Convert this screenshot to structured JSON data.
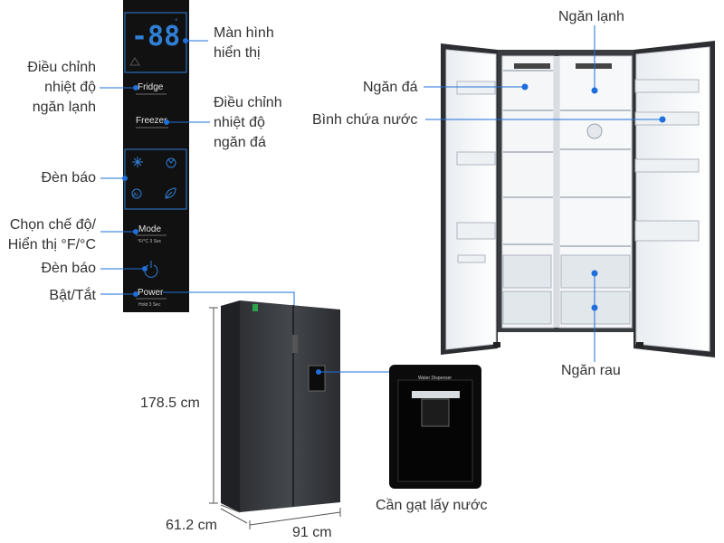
{
  "panel": {
    "display_digits": "-88",
    "fridge_btn": "Fridge",
    "freezer_btn": "Freezer",
    "mode_btn": "Mode",
    "mode_sub": "°F/°C 3 Sec",
    "power_btn": "Power",
    "power_sub": "Hold 3 Sec"
  },
  "labels": {
    "display_l1": "Màn hình",
    "display_l2": "hiển thị",
    "fridge_adj_l1": "Điều chỉnh",
    "fridge_adj_l2": "nhiệt độ",
    "fridge_adj_l3": "ngăn lạnh",
    "freezer_adj_l1": "Điều chỉnh",
    "freezer_adj_l2": "nhiệt độ",
    "freezer_adj_l3": "ngăn đá",
    "indicator1": "Đèn báo",
    "mode_l1": "Chọn chế độ/",
    "mode_l2": "Hiển thị °F/°C",
    "indicator2": "Đèn báo",
    "power": "Bật/Tắt",
    "fridge_compartment": "Ngăn lạnh",
    "freezer_compartment": "Ngăn đá",
    "water_tank": "Bình chứa nước",
    "vegetable_drawer": "Ngăn rau",
    "dispenser_lever": "Cần gạt lấy nước",
    "height": "178.5 cm",
    "depth": "61.2 cm",
    "width": "91 cm",
    "dispenser_title": "Water Dispenser"
  },
  "colors": {
    "accent": "#1e6fd9",
    "panel_bg": "#111111",
    "fridge_body": "#3a3d42"
  }
}
